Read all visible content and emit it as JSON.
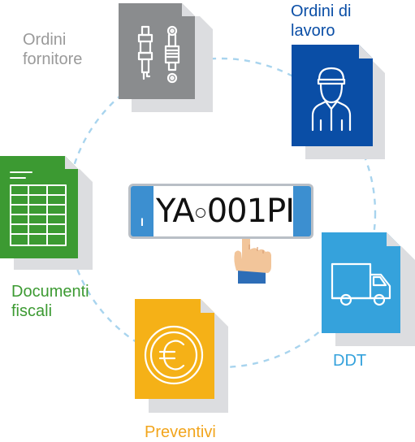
{
  "labels": {
    "ordini_fornitore": [
      "Ordini",
      "fornitore"
    ],
    "ordini_lavoro": [
      "Ordini di",
      "lavoro"
    ],
    "documenti_fiscali": [
      "Documenti",
      "fiscali"
    ],
    "ddt": "DDT",
    "preventivi": "Preventivi"
  },
  "plate": {
    "part1": "YA",
    "part2": "001PI",
    "country": "I"
  },
  "icons": {
    "ordini_fornitore": "spark-plug-and-shock-absorber-icon",
    "ordini_lavoro": "mechanic-worker-icon",
    "documenti_fiscali": "spreadsheet-icon",
    "ddt": "delivery-truck-icon",
    "preventivi": "euro-coin-icon",
    "center": "pointing-hand-icon"
  },
  "colors": {
    "fornitore": "#8a8c8e",
    "lavoro": "#0a4ea6",
    "fiscali": "#3c9a32",
    "ddt": "#35a2dc",
    "preventivi": "#f5b117",
    "shadow": "#dcdde0",
    "circle": "#a8d4ee",
    "plate_blue": "#3c8fd0"
  }
}
